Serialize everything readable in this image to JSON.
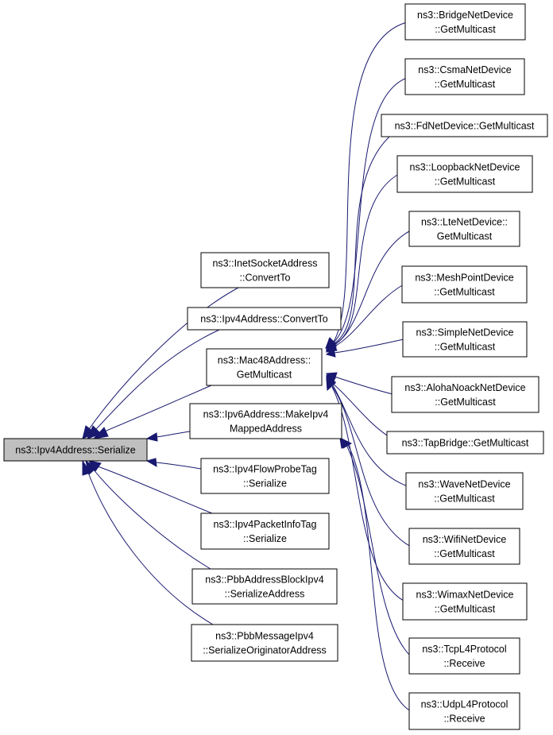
{
  "graph": {
    "nodes": {
      "root": "ns3::Ipv4Address::Serialize",
      "inet": [
        "ns3::InetSocketAddress",
        "::ConvertTo"
      ],
      "ipv4conv": "ns3::Ipv4Address::ConvertTo",
      "mac48": [
        "ns3::Mac48Address::",
        "GetMulticast"
      ],
      "ipv6": [
        "ns3::Ipv6Address::MakeIpv4",
        "MappedAddress"
      ],
      "flowprobe": [
        "ns3::Ipv4FlowProbeTag",
        "::Serialize"
      ],
      "pktinfo": [
        "ns3::Ipv4PacketInfoTag",
        "::Serialize"
      ],
      "pbbaddr": [
        "ns3::PbbAddressBlockIpv4",
        "::SerializeAddress"
      ],
      "pbbmsg": [
        "ns3::PbbMessageIpv4",
        "::SerializeOriginatorAddress"
      ],
      "bridge": [
        "ns3::BridgeNetDevice",
        "::GetMulticast"
      ],
      "csma": [
        "ns3::CsmaNetDevice",
        "::GetMulticast"
      ],
      "fd": "ns3::FdNetDevice::GetMulticast",
      "loopback": [
        "ns3::LoopbackNetDevice",
        "::GetMulticast"
      ],
      "lte": [
        "ns3::LteNetDevice::",
        "GetMulticast"
      ],
      "meshpoint": [
        "ns3::MeshPointDevice",
        "::GetMulticast"
      ],
      "simple": [
        "ns3::SimpleNetDevice",
        "::GetMulticast"
      ],
      "aloha": [
        "ns3::AlohaNoackNetDevice",
        "::GetMulticast"
      ],
      "tapbridge": "ns3::TapBridge::GetMulticast",
      "wave": [
        "ns3::WaveNetDevice",
        "::GetMulticast"
      ],
      "wifi": [
        "ns3::WifiNetDevice",
        "::GetMulticast"
      ],
      "wimax": [
        "ns3::WimaxNetDevice",
        "::GetMulticast"
      ],
      "tcp": [
        "ns3::TcpL4Protocol",
        "::Receive"
      ],
      "udp": [
        "ns3::UdpL4Protocol",
        "::Receive"
      ]
    },
    "edges": [
      [
        "inet",
        "root"
      ],
      [
        "ipv4conv",
        "root"
      ],
      [
        "mac48",
        "root"
      ],
      [
        "ipv6",
        "root"
      ],
      [
        "flowprobe",
        "root"
      ],
      [
        "pktinfo",
        "root"
      ],
      [
        "pbbaddr",
        "root"
      ],
      [
        "pbbmsg",
        "root"
      ],
      [
        "bridge",
        "mac48"
      ],
      [
        "csma",
        "mac48"
      ],
      [
        "fd",
        "mac48"
      ],
      [
        "loopback",
        "mac48"
      ],
      [
        "lte",
        "mac48"
      ],
      [
        "meshpoint",
        "mac48"
      ],
      [
        "simple",
        "mac48"
      ],
      [
        "aloha",
        "mac48"
      ],
      [
        "tapbridge",
        "mac48"
      ],
      [
        "wave",
        "mac48"
      ],
      [
        "wifi",
        "mac48"
      ],
      [
        "wimax",
        "mac48"
      ],
      [
        "tcp",
        "ipv6"
      ],
      [
        "udp",
        "ipv6"
      ]
    ],
    "colors": {
      "edge": "#191970",
      "root_fill": "#bfbfbf",
      "node_fill": "#ffffff",
      "border": "#000000"
    }
  }
}
